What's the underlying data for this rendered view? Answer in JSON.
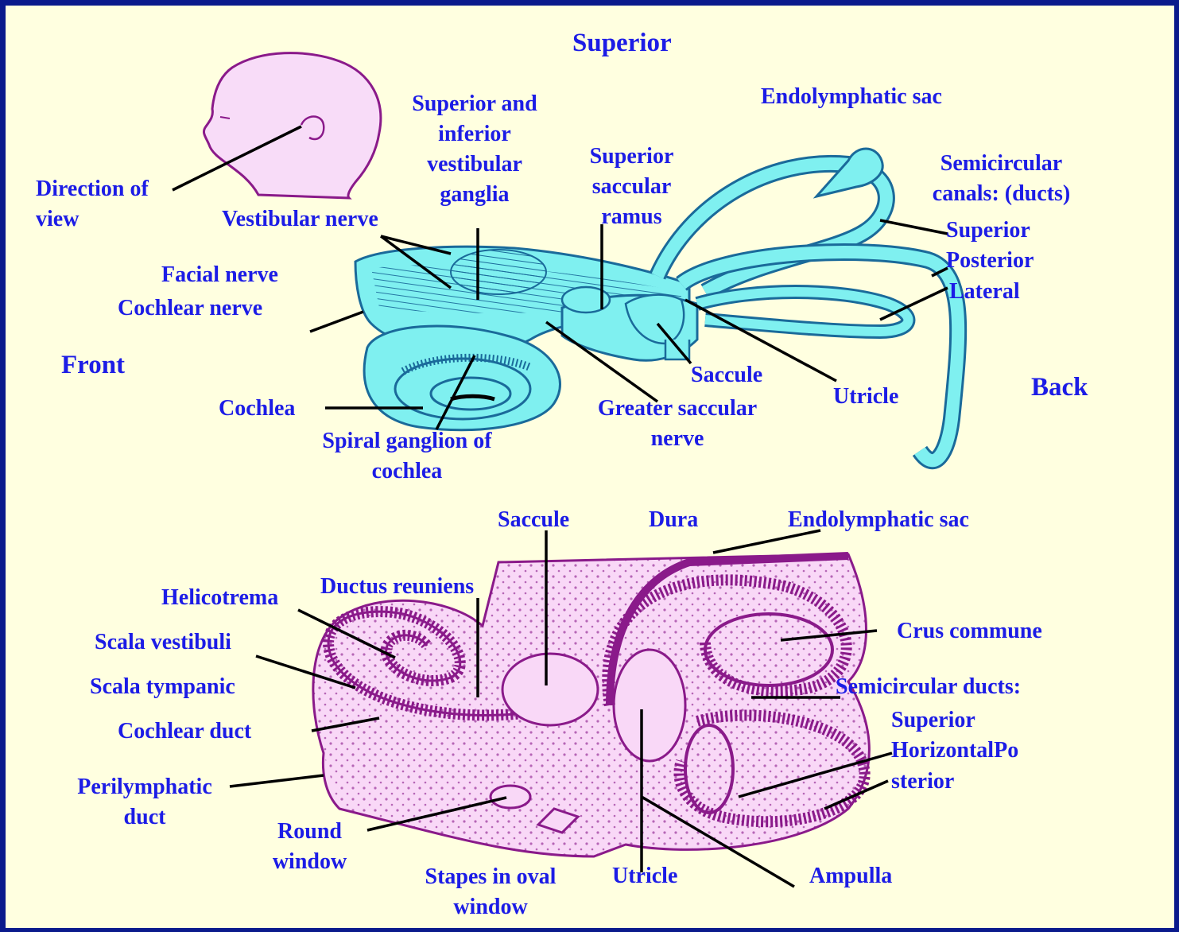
{
  "colors": {
    "frame": "#0a1a8c",
    "background": "#ffffe0",
    "label": "#1c1ce6",
    "labyrinth_fill": "#7ff0f0",
    "labyrinth_stroke": "#1a6a9a",
    "head_fill": "#f8dcf8",
    "section_fill": "#f9d8f7",
    "section_stroke": "#8a1a8a"
  },
  "top": {
    "superior": "Superior",
    "front": "Front",
    "back": "Back",
    "direction_of_view": "Direction of\nview",
    "vestibular_nerve": "Vestibular nerve",
    "facial_nerve": "Facial nerve",
    "cochlear_nerve": "Cochlear nerve",
    "vestibular_ganglia": "Superior and\ninferior\nvestibular\nganglia",
    "superior_saccular_ramus": "Superior\nsaccular\nramus",
    "endolymphatic_sac": "Endolymphatic sac",
    "semicircular_canals": "Semicircular\ncanals: (ducts)",
    "superior_canal": "Superior",
    "posterior_canal": "Posterior",
    "lateral_canal": "Lateral",
    "saccule": "Saccule",
    "utricle": "Utricle",
    "cochlea": "Cochlea",
    "greater_saccular_nerve": "Greater saccular\nnerve",
    "spiral_ganglion": "Spiral ganglion of\ncochlea"
  },
  "bottom": {
    "saccule": "Saccule",
    "dura": "Dura",
    "endolymphatic_sac": "Endolymphatic sac",
    "helicotrema": "Helicotrema",
    "ductus_reuniens": "Ductus reuniens",
    "scala_vestibuli": "Scala vestibuli",
    "scala_tympanic": "Scala tympanic",
    "cochlear_duct": "Cochlear duct",
    "perilymphatic_duct": "Perilymphatic\nduct",
    "round_window": "Round\nwindow",
    "stapes": "Stapes in oval\nwindow",
    "utricle": "Utricle",
    "ampulla": "Ampulla",
    "crus_commune": "Crus commune",
    "semicircular_ducts": "Semicircular ducts:",
    "superior_duct": "Superior",
    "horizontal_po": "HorizontalPo",
    "sterior": "sterior"
  }
}
